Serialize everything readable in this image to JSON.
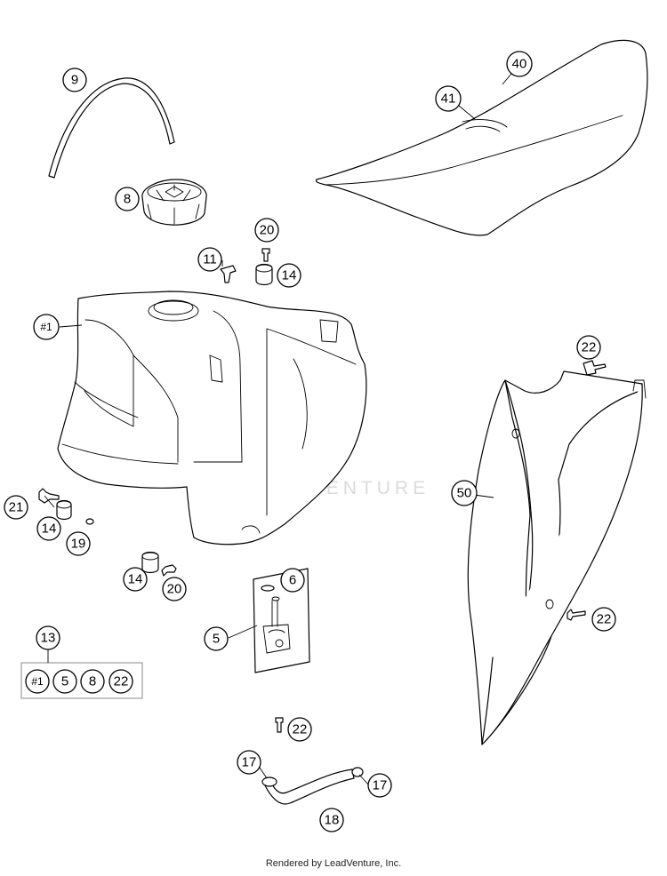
{
  "callouts": {
    "c9": "9",
    "c8": "8",
    "c40": "40",
    "c41": "41",
    "c20a": "20",
    "c11": "11",
    "c14a": "14",
    "c1": "#1",
    "c22a": "22",
    "c50": "50",
    "c21": "21",
    "c14b": "14",
    "c19": "19",
    "c14c": "14",
    "c20b": "20",
    "c6": "6",
    "c5": "5",
    "c22b": "22",
    "c13": "13",
    "c22c": "22",
    "c17a": "17",
    "c17b": "17",
    "c18": "18"
  },
  "kit_contents": [
    "#1",
    "5",
    "8",
    "22"
  ],
  "watermark": "LEADVENTURE",
  "footer": "Rendered by LeadVenture, Inc.",
  "colors": {
    "line": "#000000",
    "watermark": "#dcdcdc",
    "background": "#ffffff"
  }
}
